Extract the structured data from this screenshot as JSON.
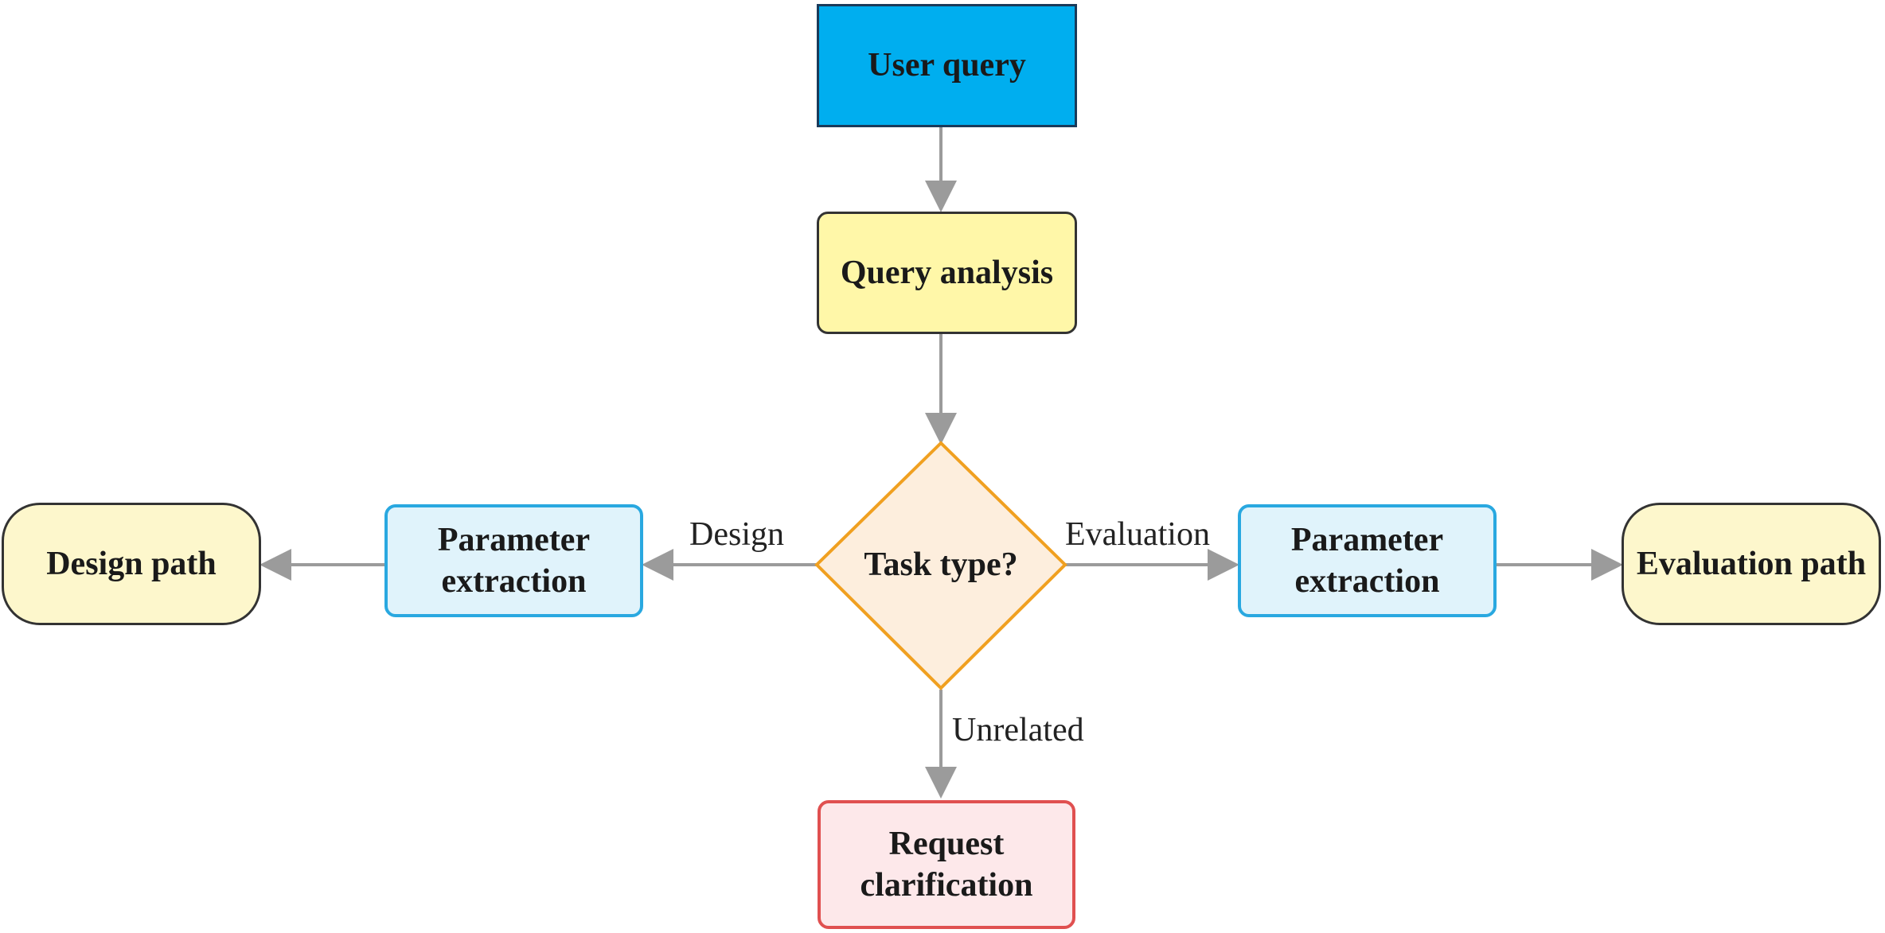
{
  "nodes": {
    "user_query": "User query",
    "query_analysis": "Query analysis",
    "task_type": "Task type?",
    "param_left": "Parameter extraction",
    "param_right": "Parameter extraction",
    "design_path": "Design path",
    "evaluation_path": "Evaluation path",
    "request_clarification": "Request clarification"
  },
  "edge_labels": {
    "design": "Design",
    "evaluation": "Evaluation",
    "unrelated": "Unrelated"
  },
  "colors": {
    "user_query_fill": "#00aeef",
    "query_analysis_fill": "#fff7a8",
    "decision_fill": "#fdeedd",
    "decision_stroke": "#f0a020",
    "param_fill": "#e0f3fb",
    "param_stroke": "#29a8e0",
    "path_fill": "#fdf7cc",
    "clarify_fill": "#fde8ea",
    "clarify_stroke": "#e05050",
    "arrow": "#9b9b9b"
  }
}
